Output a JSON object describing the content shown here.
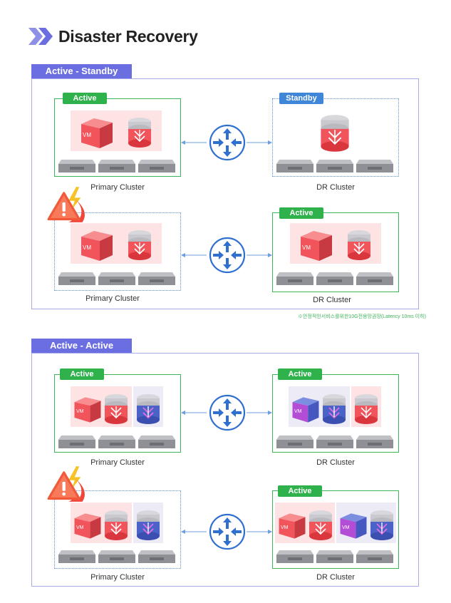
{
  "page": {
    "title": "Disaster Recovery"
  },
  "sections": [
    {
      "tab": "Active - Standby",
      "note": "※안정적인서비스를위한10G전용망권장(Latency 10ms 이하)",
      "rows": [
        {
          "left_badge": "Active",
          "left_label": "Primary Cluster",
          "right_badge": "Standby",
          "right_label": "DR Cluster"
        },
        {
          "left_badge": "",
          "left_label": "Primary Cluster",
          "right_badge": "Active",
          "right_label": "DR Cluster"
        }
      ]
    },
    {
      "tab": "Active - Active",
      "rows": [
        {
          "left_badge": "Active",
          "left_label": "Primary Cluster",
          "right_badge": "Active",
          "right_label": "DR Cluster"
        },
        {
          "left_badge": "",
          "left_label": "Primary Cluster",
          "right_badge": "Active",
          "right_label": "DR Cluster"
        }
      ]
    }
  ],
  "vm_label": "VM",
  "colors": {
    "accent": "#6b6ee0",
    "active": "#2fb24c",
    "standby": "#3f86d9",
    "vm_red": "#f2545b",
    "vm_purple": "#9b4fd0",
    "db_blue": "#4860c8"
  },
  "icons": [
    "double-chevron-icon",
    "router-icon",
    "warning-icon",
    "fire-icon",
    "lightning-icon",
    "vm-cube-icon",
    "database-icon",
    "server-icon",
    "arrow-icon"
  ]
}
